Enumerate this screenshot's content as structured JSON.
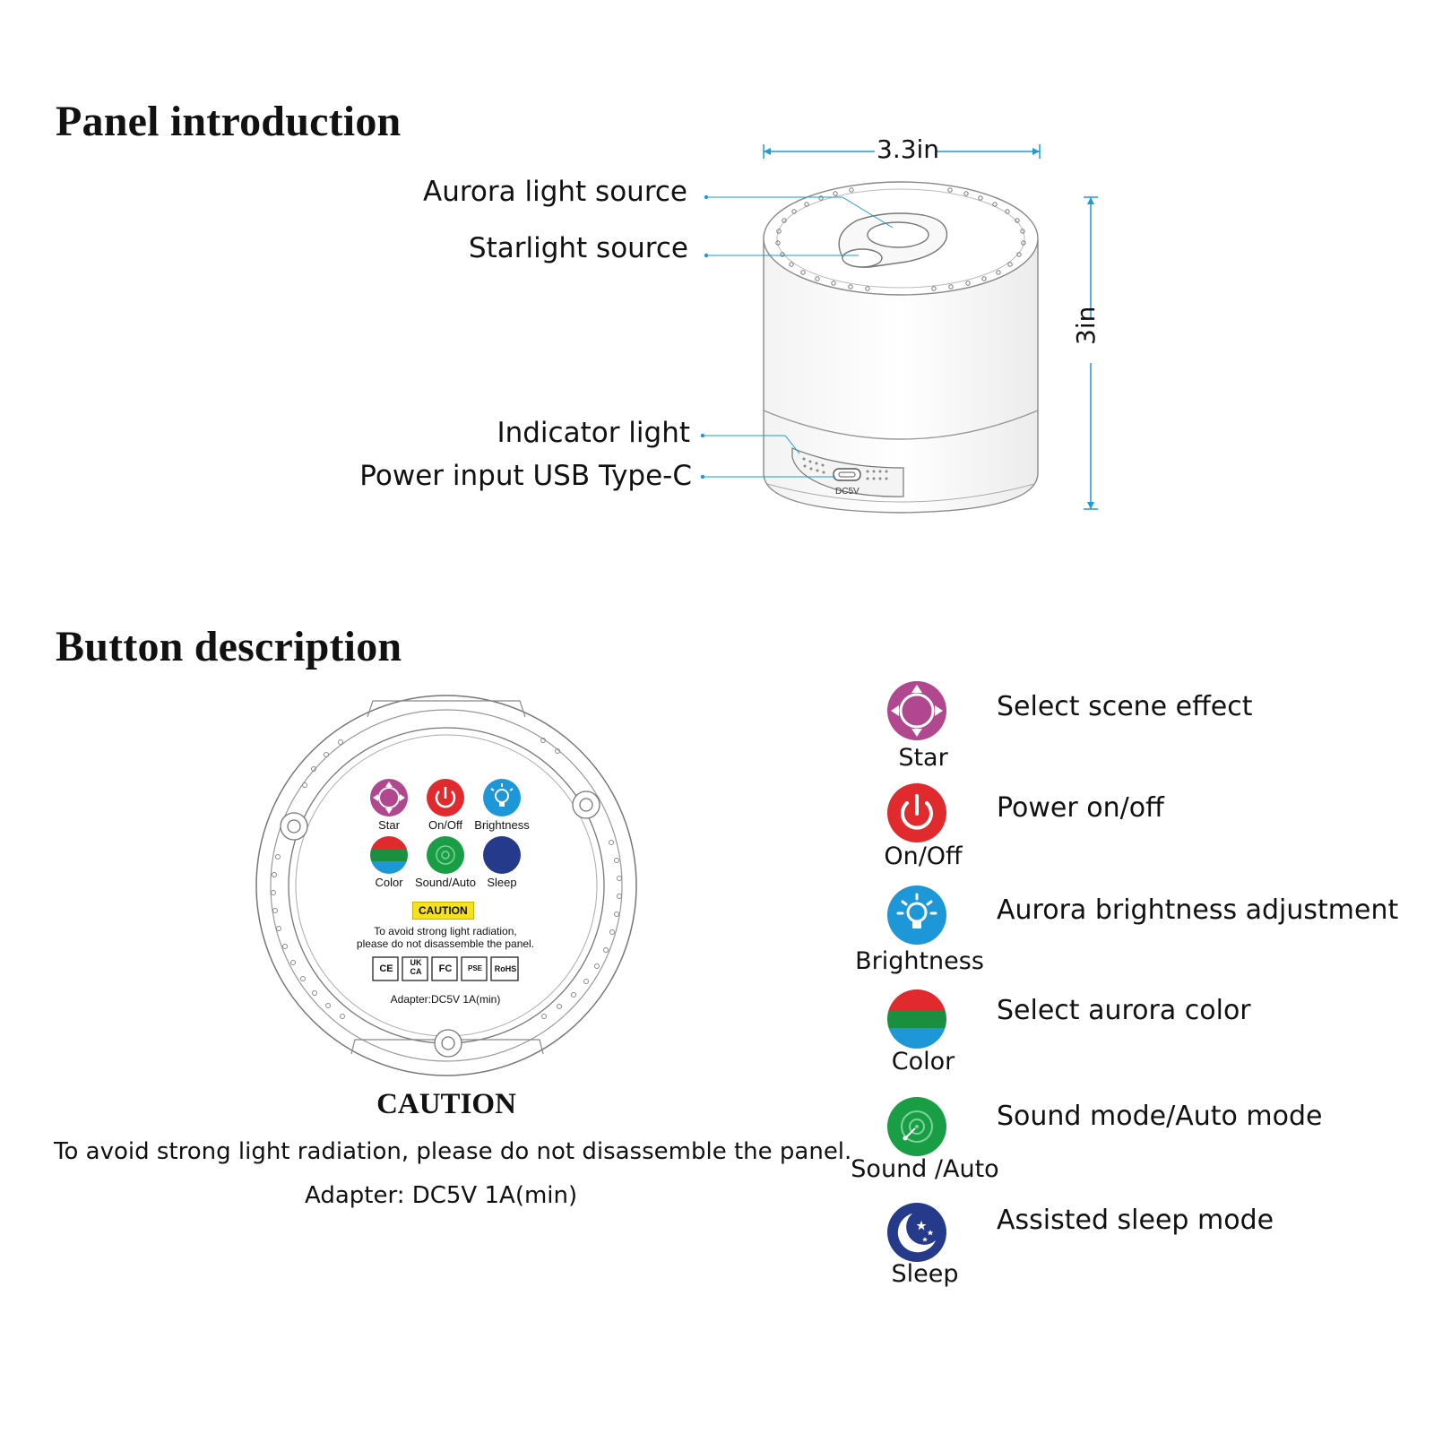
{
  "panel_intro": {
    "title": "Panel introduction",
    "width_label": "3.3in",
    "height_label": "3in",
    "callouts": {
      "aurora": "Aurora light source",
      "starlight": "Starlight source",
      "indicator": "Indicator light",
      "power": "Power input USB Type-C"
    },
    "port_label": "DC5V"
  },
  "button_desc": {
    "title": "Button description",
    "panel": {
      "labels": [
        "Star",
        "On/Off",
        "Brightness",
        "Color",
        "Sound/Auto",
        "Sleep"
      ],
      "caution_badge": "CAUTION",
      "note_line1": "To avoid strong light radiation,",
      "note_line2": "please do not disassemble the panel.",
      "certs": [
        "CE",
        "UK CA",
        "FC",
        "PSE",
        "RoHS"
      ],
      "adapter": "Adapter:DC5V 1A(min)"
    },
    "caution_title": "CAUTION",
    "caution_text": "To avoid strong light radiation, please do not disassemble the panel.",
    "adapter_text": "Adapter: DC5V 1A(min)",
    "buttons": [
      {
        "label": "Star",
        "description": "Select scene effect",
        "icon": "star-scene-icon",
        "color": "#b0478f"
      },
      {
        "label": "On/Off",
        "description": "Power on/off",
        "icon": "power-icon",
        "color": "#e02a2e"
      },
      {
        "label": "Brightness",
        "description": "Aurora brightness adjustment",
        "icon": "bulb-icon",
        "color": "#1e97d8"
      },
      {
        "label": "Color",
        "description": "Select aurora color",
        "icon": "color-icon",
        "color": "#1a8f3f"
      },
      {
        "label": "Sound /Auto",
        "description": "Sound mode/Auto mode",
        "icon": "sound-icon",
        "color": "#1a9e45"
      },
      {
        "label": "Sleep",
        "description": "Assisted sleep mode",
        "icon": "moon-icon",
        "color": "#263a8c"
      }
    ]
  }
}
